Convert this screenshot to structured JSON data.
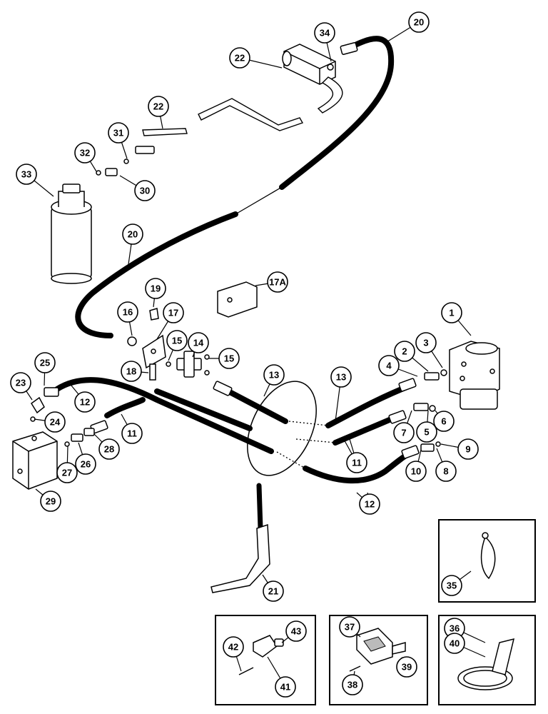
{
  "callouts": [
    "1",
    "2",
    "3",
    "4",
    "5",
    "6",
    "7",
    "8",
    "9",
    "10",
    "11",
    "11",
    "11",
    "12",
    "12",
    "12",
    "13",
    "13",
    "14",
    "15",
    "15",
    "16",
    "17",
    "17A",
    "18",
    "19",
    "20",
    "20",
    "21",
    "22",
    "22",
    "23",
    "24",
    "25",
    "26",
    "27",
    "28",
    "29",
    "30",
    "31",
    "32",
    "33",
    "34",
    "35",
    "36",
    "37",
    "38",
    "39",
    "40",
    "41",
    "42",
    "43"
  ]
}
